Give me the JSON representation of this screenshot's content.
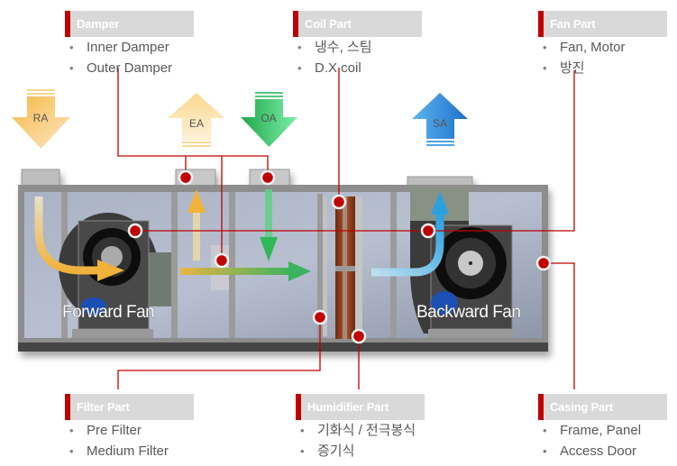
{
  "labels": {
    "damper": {
      "title": "Damper",
      "items": [
        "Inner Damper",
        "Outer Damper"
      ]
    },
    "coil": {
      "title": "Coil Part",
      "items": [
        "냉수, 스팀",
        "D.X coil"
      ]
    },
    "fan": {
      "title": "Fan Part",
      "items": [
        "Fan, Motor",
        "방진"
      ]
    },
    "filter": {
      "title": "Filter Part",
      "items": [
        "Pre Filter",
        "Medium Filter"
      ]
    },
    "humidifier": {
      "title": "Humidifier Part",
      "items": [
        "기화식  / 전극봉식",
        "증기식"
      ]
    },
    "casing": {
      "title": "Casing Part",
      "items": [
        "Frame, Panel",
        "Access Door"
      ]
    }
  },
  "airflow": {
    "ra": "RA",
    "ea": "EA",
    "oa": "OA",
    "sa": "SA"
  },
  "fans": {
    "forward": "Forward Fan",
    "backward": "Backward Fan"
  },
  "colors": {
    "accent": "#c00000",
    "label_bg": "#d9d9d9",
    "ra_arrow": "#f5b942",
    "oa_arrow": "#2fb85a",
    "sa_arrow": "#2e8fdc"
  }
}
